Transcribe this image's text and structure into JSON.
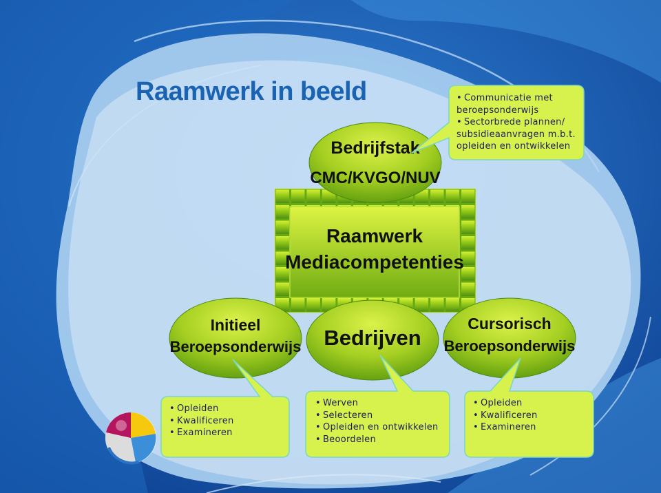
{
  "title": "Raamwerk in beeld",
  "top_node": {
    "line1": "Bedrijfstak",
    "line2": "CMC/KVGO/NUV"
  },
  "center_node": {
    "line1": "Raamwerk",
    "line2": "Mediacompetenties"
  },
  "bottom_nodes": [
    {
      "line1": "Initieel",
      "line2": "Beroepsonderwijs"
    },
    {
      "line1": "Bedrijven",
      "line2": ""
    },
    {
      "line1": "Cursorisch",
      "line2": "Beroepsonderwijs"
    }
  ],
  "callouts": {
    "top": [
      "Communicatie met beroepsonderwijs",
      "Sectorbrede plannen/ subsidieaanvragen m.b.t. opleiden en ontwikkelen"
    ],
    "left": [
      "Opleiden",
      "Kwalificeren",
      "Examineren"
    ],
    "middle": [
      "Werven",
      "Selecteren",
      "Opleiden en ontwikkelen",
      "Beoordelen"
    ],
    "right": [
      "Opleiden",
      "Kwalificeren",
      "Examineren"
    ]
  },
  "colors": {
    "title": "#1a63b3",
    "node_green": "#7fb60d",
    "callout_fill": "#d7f24c",
    "callout_border": "#7bd6c4"
  }
}
